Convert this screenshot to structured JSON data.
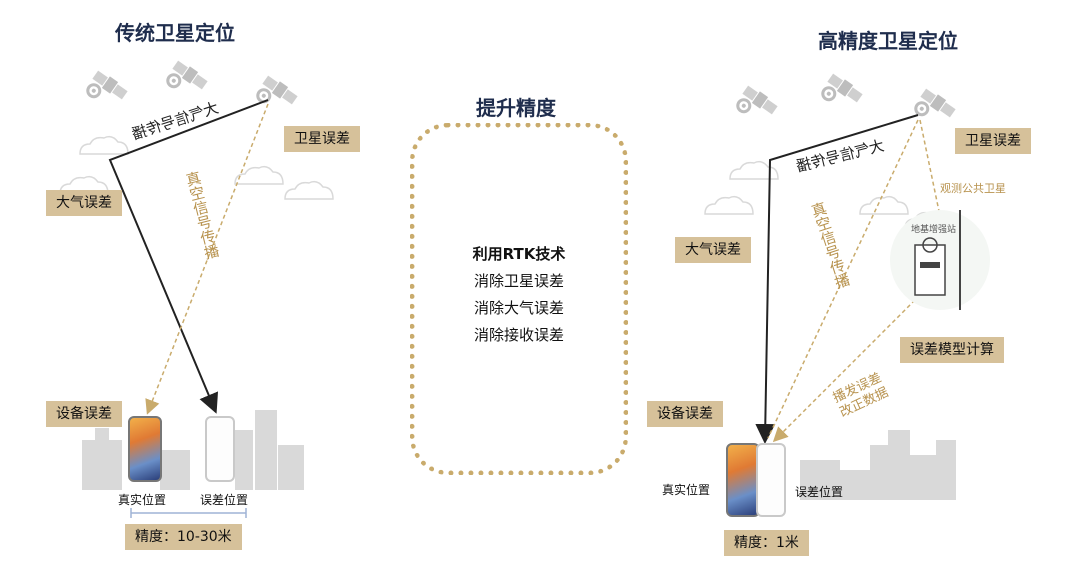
{
  "left": {
    "title": "传统卫星定位",
    "signal_path": "大气信号传播",
    "vacuum_path": "真空信号传播",
    "tags": {
      "satellite_error": "卫星误差",
      "atmosphere_error": "大气误差",
      "device_error": "设备误差",
      "accuracy": "精度：10-30米"
    },
    "real_position": "真实位置",
    "error_position": "误差位置"
  },
  "center": {
    "title": "提升精度",
    "lines": [
      "利用RTK技术",
      "消除卫星误差",
      "消除大气误差",
      "消除接收误差"
    ]
  },
  "right": {
    "title": "高精度卫星定位",
    "signal_path": "大气信号传播",
    "vacuum_path": "真空信号传播",
    "observe_satellite": "观测公共卫星",
    "base_station": "地基增强站",
    "broadcast": "播发误差\n改正数据",
    "tags": {
      "satellite_error": "卫星误差",
      "atmosphere_error": "大气误差",
      "model_calc": "误差模型计算",
      "device_error": "设备误差",
      "accuracy": "精度：1米"
    },
    "real_position": "真实位置",
    "error_position": "误差位置"
  },
  "colors": {
    "title": "#1f2d4d",
    "tag_bg": "#d6c19a",
    "dotted": "#c9ab6c",
    "tan_text": "#b8934f",
    "signal_line": "#222222"
  }
}
